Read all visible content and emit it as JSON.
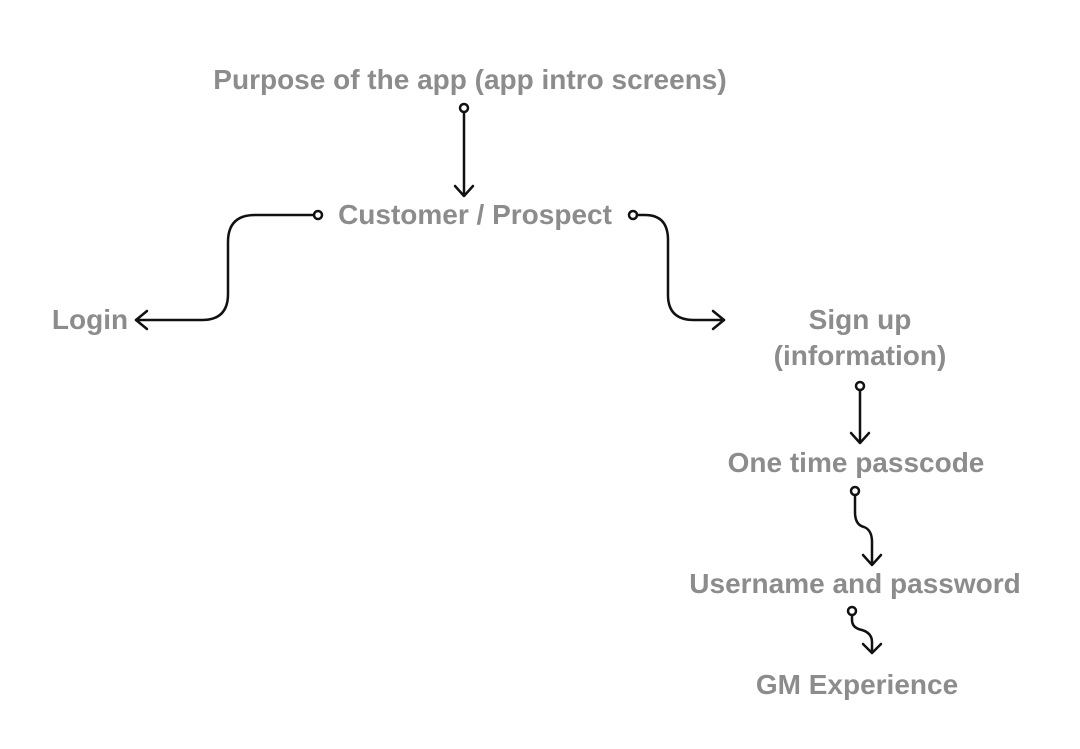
{
  "nodes": {
    "purpose": "Purpose of the app (app intro screens)",
    "customer_prospect": "Customer / Prospect",
    "login": "Login",
    "sign_up_line1": "Sign up",
    "sign_up_line2": "(information)",
    "one_time_passcode": "One time passcode",
    "username_password": "Username and password",
    "gm_experience": "GM Experience"
  },
  "colors": {
    "label": "#8c8c8c",
    "connector": "#111111"
  }
}
